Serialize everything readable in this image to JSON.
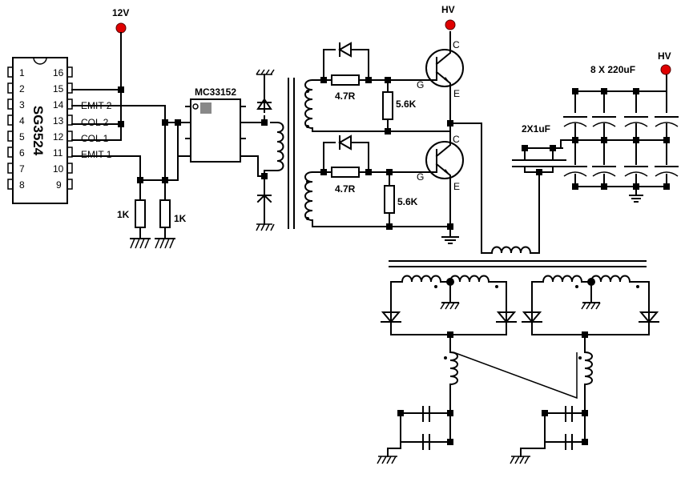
{
  "ic_driver": {
    "name": "SG3524",
    "left_pins": [
      "1",
      "2",
      "3",
      "4",
      "5",
      "6",
      "7",
      "8"
    ],
    "right_pins": [
      "16",
      "15",
      "14",
      "13",
      "12",
      "11",
      "10",
      "9"
    ],
    "signals": [
      "EMIT 2",
      "COL 2",
      "COL 1",
      "EMIT 1"
    ]
  },
  "ic_gate_driver": {
    "name": "MC33152"
  },
  "supply": {
    "label": "12V"
  },
  "hv_labels": [
    "HV",
    "HV"
  ],
  "resistors": {
    "pulldown": [
      "1K",
      "1K"
    ],
    "gate": [
      "4.7R",
      "4.7R"
    ],
    "gate_shunt": [
      "5.6K",
      "5.6K"
    ]
  },
  "transistor_pins": {
    "collector": "C",
    "gate": "G",
    "emitter": "E"
  },
  "capacitors": {
    "coupling": "2X1uF",
    "bank": "8 X 220uF"
  },
  "colors": {
    "terminal": "#e00000",
    "wire": "#000000"
  }
}
